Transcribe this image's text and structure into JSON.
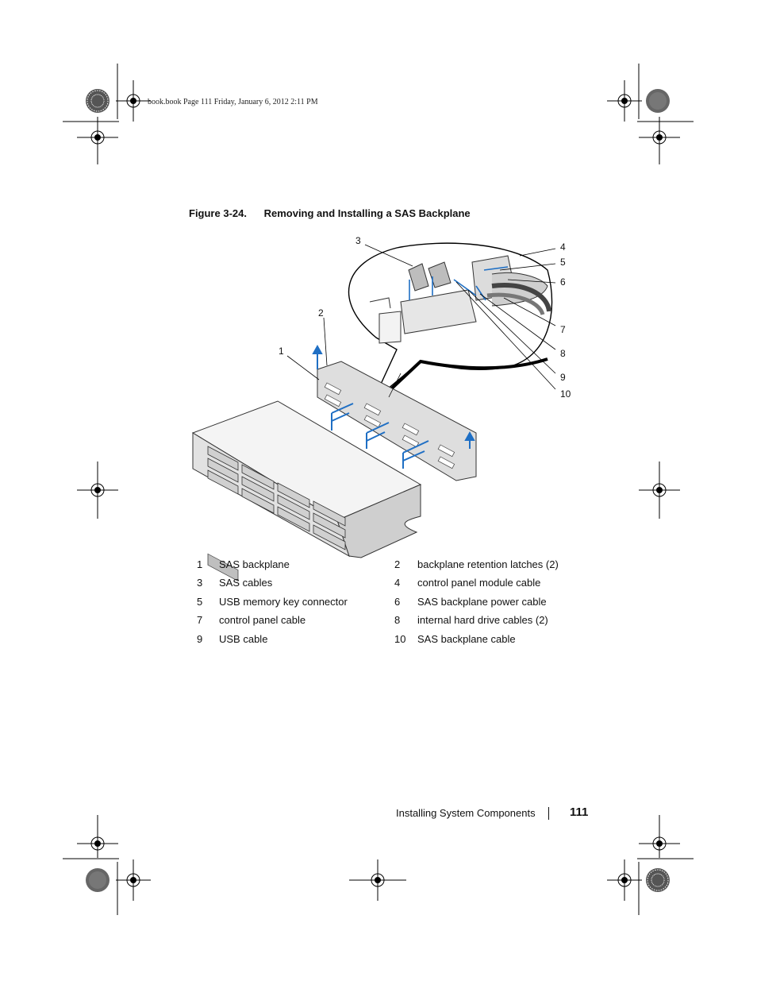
{
  "header": {
    "stamp": "book.book  Page 111  Friday, January 6, 2012  2:11 PM"
  },
  "figure": {
    "label": "Figure 3-24.",
    "title": "Removing and Installing a SAS Backplane",
    "callouts": [
      "1",
      "2",
      "3",
      "4",
      "5",
      "6",
      "7",
      "8",
      "9",
      "10"
    ]
  },
  "legend": [
    {
      "n1": "1",
      "t1": "SAS backplane",
      "n2": "2",
      "t2": "backplane retention latches (2)"
    },
    {
      "n1": "3",
      "t1": "SAS cables",
      "n2": "4",
      "t2": "control panel module cable"
    },
    {
      "n1": "5",
      "t1": "USB memory key connector",
      "n2": "6",
      "t2": "SAS backplane power cable"
    },
    {
      "n1": "7",
      "t1": "control panel cable",
      "n2": "8",
      "t2": "internal hard drive cables (2)"
    },
    {
      "n1": "9",
      "t1": "USB cable",
      "n2": "10",
      "t2": "SAS backplane cable"
    }
  ],
  "footer": {
    "section": "Installing System Components",
    "page": "111"
  },
  "colors": {
    "arrow": "#1f6fc4",
    "line": "#111111"
  }
}
